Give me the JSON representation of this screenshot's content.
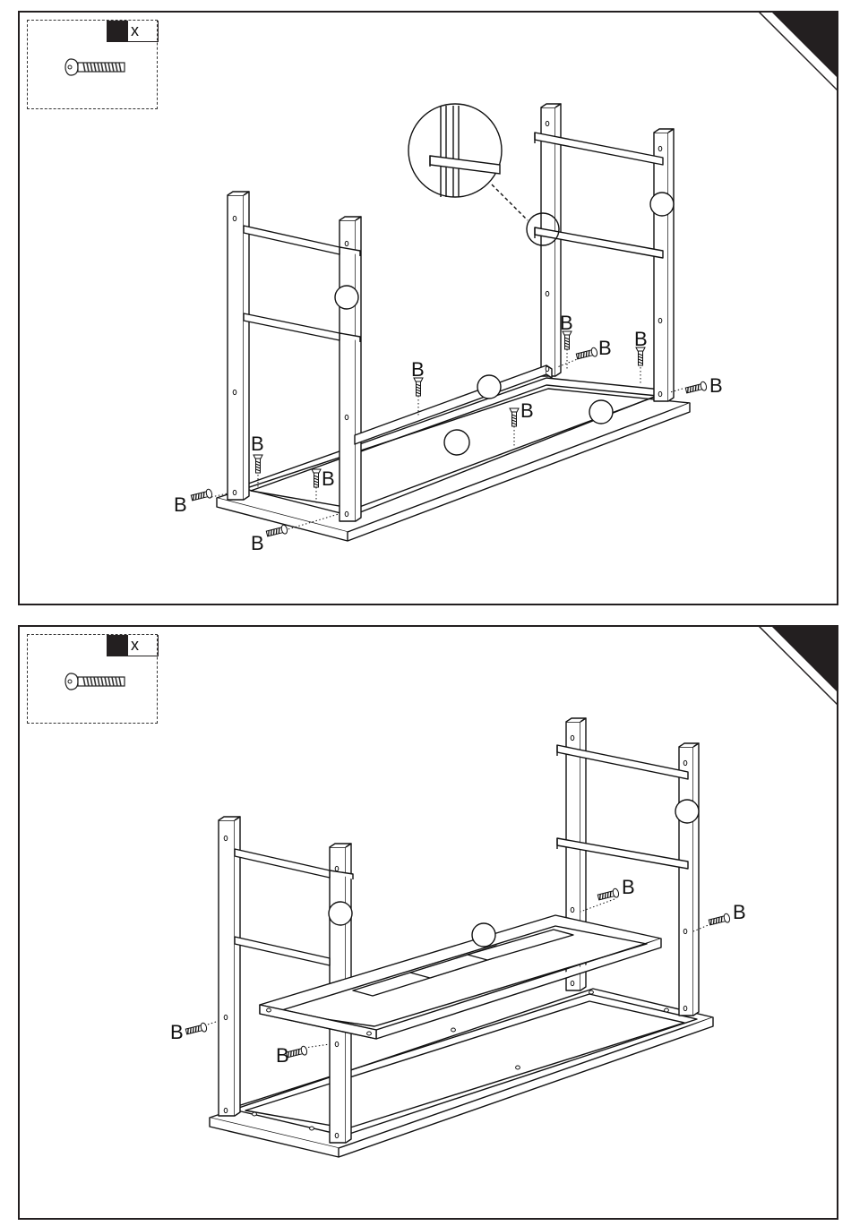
{
  "steps": [
    {
      "qty_marker": "x",
      "hardware_icon": "bolt-icon",
      "callout_label": "B",
      "b_labels": [
        {
          "id": "b1",
          "text": "B"
        },
        {
          "id": "b2",
          "text": "B"
        },
        {
          "id": "b3",
          "text": "B"
        },
        {
          "id": "b4",
          "text": "B"
        },
        {
          "id": "b5",
          "text": "B"
        },
        {
          "id": "b6",
          "text": "B"
        },
        {
          "id": "b7",
          "text": "B"
        },
        {
          "id": "b8",
          "text": "B"
        },
        {
          "id": "b9",
          "text": "B"
        },
        {
          "id": "b10",
          "text": "B"
        }
      ]
    },
    {
      "qty_marker": "x",
      "hardware_icon": "bolt-icon",
      "b_labels": [
        {
          "id": "c1",
          "text": "B"
        },
        {
          "id": "c2",
          "text": "B"
        },
        {
          "id": "c3",
          "text": "B"
        },
        {
          "id": "c4",
          "text": "B"
        }
      ]
    }
  ],
  "colors": {
    "ink": "#231f20",
    "background": "#ffffff"
  }
}
